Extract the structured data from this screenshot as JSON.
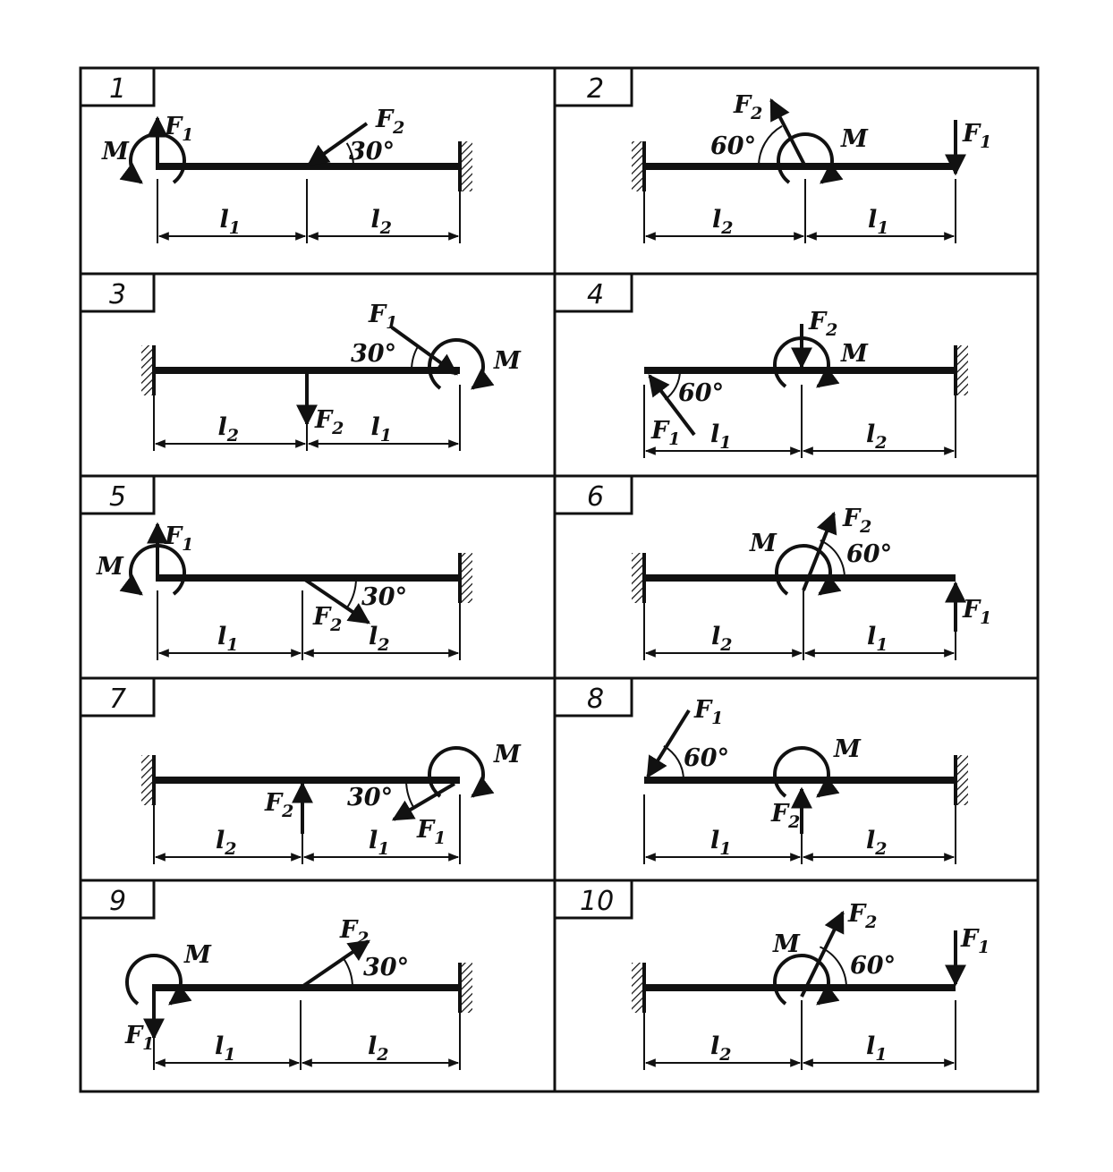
{
  "panels": [
    {
      "number": "1",
      "moment": "M",
      "angle": "30°",
      "f1": {
        "base": "F",
        "sub": "1"
      },
      "f2": {
        "base": "F",
        "sub": "2"
      },
      "dims": [
        {
          "base": "l",
          "sub": "1"
        },
        {
          "base": "l",
          "sub": "2"
        }
      ]
    },
    {
      "number": "2",
      "moment": "M",
      "angle": "60°",
      "f1": {
        "base": "F",
        "sub": "1"
      },
      "f2": {
        "base": "F",
        "sub": "2"
      },
      "dims": [
        {
          "base": "l",
          "sub": "2"
        },
        {
          "base": "l",
          "sub": "1"
        }
      ]
    },
    {
      "number": "3",
      "moment": "M",
      "angle": "30°",
      "f1": {
        "base": "F",
        "sub": "1"
      },
      "f2": {
        "base": "F",
        "sub": "2"
      },
      "dims": [
        {
          "base": "l",
          "sub": "2"
        },
        {
          "base": "l",
          "sub": "1"
        }
      ]
    },
    {
      "number": "4",
      "moment": "M",
      "angle": "60°",
      "f1": {
        "base": "F",
        "sub": "1"
      },
      "f2": {
        "base": "F",
        "sub": "2"
      },
      "dims": [
        {
          "base": "l",
          "sub": "1"
        },
        {
          "base": "l",
          "sub": "2"
        }
      ]
    },
    {
      "number": "5",
      "moment": "M",
      "angle": "30°",
      "f1": {
        "base": "F",
        "sub": "1"
      },
      "f2": {
        "base": "F",
        "sub": "2"
      },
      "dims": [
        {
          "base": "l",
          "sub": "1"
        },
        {
          "base": "l",
          "sub": "2"
        }
      ]
    },
    {
      "number": "6",
      "moment": "M",
      "angle": "60°",
      "f1": {
        "base": "F",
        "sub": "1"
      },
      "f2": {
        "base": "F",
        "sub": "2"
      },
      "dims": [
        {
          "base": "l",
          "sub": "2"
        },
        {
          "base": "l",
          "sub": "1"
        }
      ]
    },
    {
      "number": "7",
      "moment": "M",
      "angle": "30°",
      "f1": {
        "base": "F",
        "sub": "1"
      },
      "f2": {
        "base": "F",
        "sub": "2"
      },
      "dims": [
        {
          "base": "l",
          "sub": "2"
        },
        {
          "base": "l",
          "sub": "1"
        }
      ]
    },
    {
      "number": "8",
      "moment": "M",
      "angle": "60°",
      "f1": {
        "base": "F",
        "sub": "1"
      },
      "f2": {
        "base": "F",
        "sub": "2"
      },
      "dims": [
        {
          "base": "l",
          "sub": "1"
        },
        {
          "base": "l",
          "sub": "2"
        }
      ]
    },
    {
      "number": "9",
      "moment": "M",
      "angle": "30°",
      "f1": {
        "base": "F",
        "sub": "1"
      },
      "f2": {
        "base": "F",
        "sub": "2"
      },
      "dims": [
        {
          "base": "l",
          "sub": "1"
        },
        {
          "base": "l",
          "sub": "2"
        }
      ]
    },
    {
      "number": "10",
      "moment": "M",
      "angle": "60°",
      "f1": {
        "base": "F",
        "sub": "1"
      },
      "f2": {
        "base": "F",
        "sub": "2"
      },
      "dims": [
        {
          "base": "l",
          "sub": "2"
        },
        {
          "base": "l",
          "sub": "1"
        }
      ]
    }
  ]
}
